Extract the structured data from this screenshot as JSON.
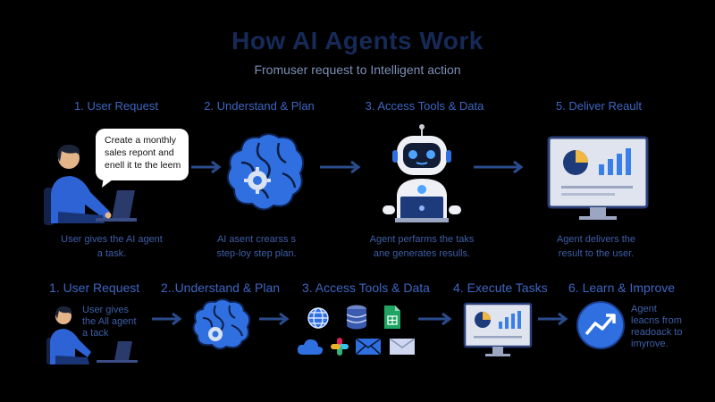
{
  "header": {
    "title": "How AI Agents Work",
    "subtitle": "Fromuser request to Intelligent action"
  },
  "top_row": {
    "steps": [
      {
        "label": "1. User Request",
        "caption_lines": [
          "User gives the AI agent",
          "a task."
        ]
      },
      {
        "label": "2. Understand & Plan",
        "caption_lines": [
          "AI asent crearss s",
          "step-loy step plan."
        ]
      },
      {
        "label": "3. Access Tools & Data",
        "caption_lines": [
          "Agent perfarms the taks",
          "ane generates resulls."
        ]
      },
      {
        "label": "5. Deliver Reault",
        "caption_lines": [
          "Agent delivers the",
          "result to the user."
        ]
      }
    ],
    "bubble_lines": [
      "Create a monthly",
      "sales repont and",
      "enell it te the leem"
    ]
  },
  "bottom_row": {
    "steps": [
      {
        "label": "1. User Request",
        "caption_lines": [
          "User gives",
          "the All agent",
          "a tack"
        ]
      },
      {
        "label": "2..Understand & Plan"
      },
      {
        "label": "3. Access Tools & Data"
      },
      {
        "label": "4. Execute Tasks"
      },
      {
        "label": "6. Learn & Improve",
        "caption_lines": [
          "Agent",
          "leacns from",
          "readoack to",
          "imyrove."
        ]
      }
    ]
  },
  "colors": {
    "background": "#000000",
    "accent_blue": "#2f6fe0",
    "dark_blue": "#162a58",
    "text_blue": "#3e66c2",
    "arrow": "#2a4c8c"
  },
  "icons": [
    "user-laptop-icon",
    "brain-gear-icon",
    "robot-icon",
    "monitor-chart-icon",
    "globe-icon",
    "database-icon",
    "sheet-icon",
    "cloud-icon",
    "slack-icon",
    "email-icon",
    "growth-icon"
  ]
}
